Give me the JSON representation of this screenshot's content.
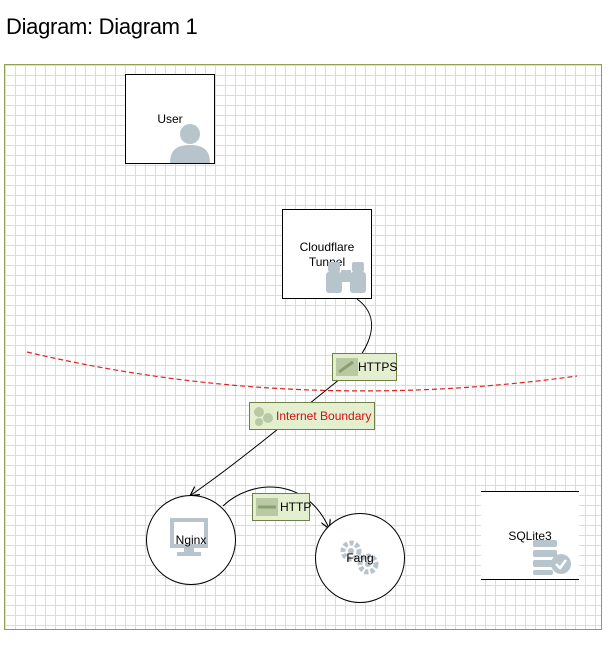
{
  "page": {
    "title": "Diagram: Diagram 1"
  },
  "nodes": {
    "user": {
      "label": "User",
      "icon": "user-icon"
    },
    "cloudflare": {
      "label": "Cloudflare\nTunnel",
      "icon": "binoculars-icon"
    },
    "nginx": {
      "label": "Nginx",
      "icon": "monitor-icon"
    },
    "fang": {
      "label": "Fang",
      "icon": "gears-icon"
    },
    "sqlite": {
      "label": "SQLite3",
      "icon": "database-check-icon"
    }
  },
  "flows": {
    "https": {
      "label": "HTTPS",
      "icon": "flow-icon"
    },
    "http": {
      "label": "HTTP",
      "icon": "flow-icon"
    }
  },
  "boundary": {
    "label": "Internet Boundary",
    "color": "#e02020",
    "icon": "boundary-icon"
  },
  "colors": {
    "grid": "#dcdcdc",
    "canvas_border": "#8fa050",
    "label_bg": "#e4efcf",
    "icon_gray": "#b8c4cc"
  }
}
